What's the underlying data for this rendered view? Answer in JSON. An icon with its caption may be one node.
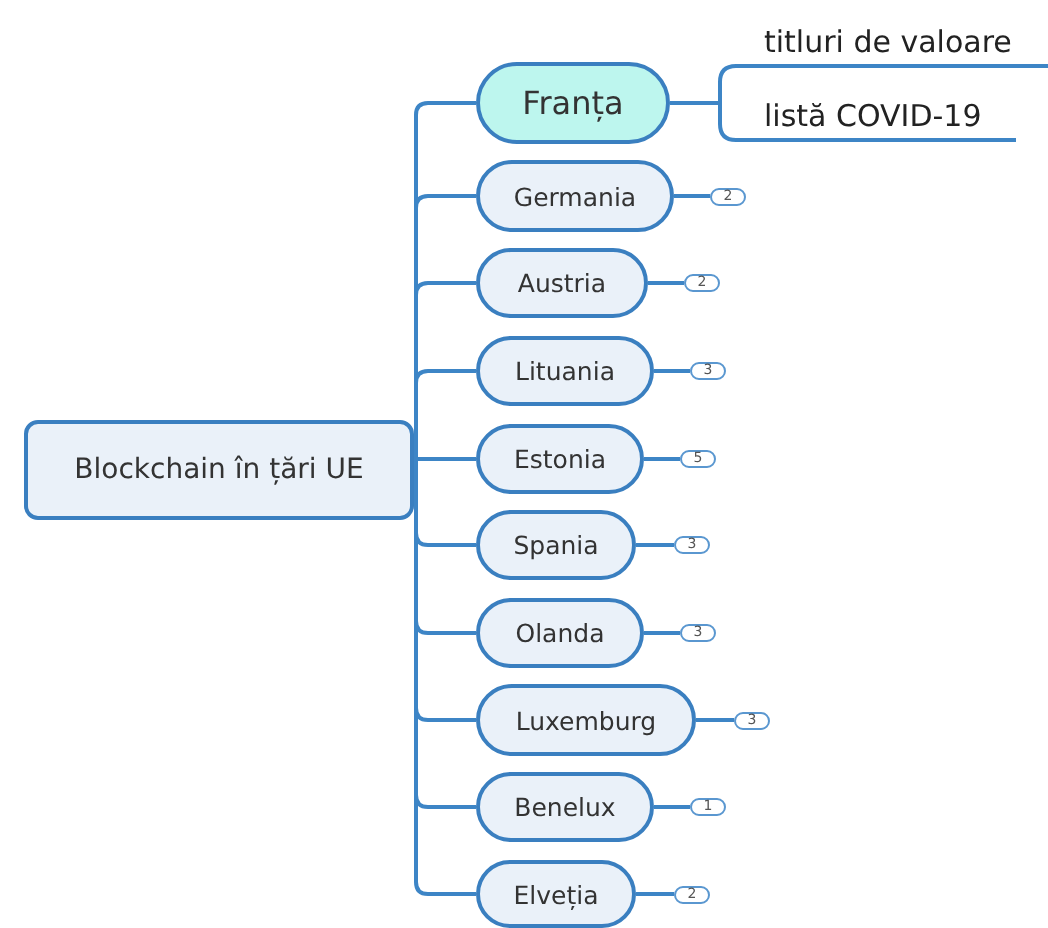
{
  "diagram": {
    "nodes": [
      {
        "text": [
          "Blockchain în țări UE"
        ]
      },
      {
        "text": [
          "Franța"
        ]
      },
      {
        "text": [
          "titluri de valoare"
        ]
      },
      {
        "text": [
          "listă COVID-19"
        ]
      },
      {
        "text": [
          "Germania"
        ]
      },
      {
        "text": [
          "2"
        ]
      },
      {
        "text": [
          "Austria"
        ]
      },
      {
        "text": [
          "2"
        ]
      },
      {
        "text": [
          "Lituania"
        ]
      },
      {
        "text": [
          "3"
        ]
      },
      {
        "text": [
          "Estonia"
        ]
      },
      {
        "text": [
          "5"
        ]
      },
      {
        "text": [
          "Spania"
        ]
      },
      {
        "text": [
          "3"
        ]
      },
      {
        "text": [
          "Olanda"
        ]
      },
      {
        "text": [
          "3"
        ]
      },
      {
        "text": [
          "Luxemburg"
        ]
      },
      {
        "text": [
          "3"
        ]
      },
      {
        "text": [
          "Benelux"
        ]
      },
      {
        "text": [
          "1"
        ]
      },
      {
        "text": [
          "Elveția"
        ]
      },
      {
        "text": [
          "2"
        ]
      }
    ],
    "edges": [
      {
        "from": 0,
        "to": 1,
        "arrow": "none"
      },
      {
        "from": 0,
        "to": 4,
        "arrow": "none"
      },
      {
        "from": 0,
        "to": 6,
        "arrow": "none"
      },
      {
        "from": 0,
        "to": 8,
        "arrow": "none"
      },
      {
        "from": 0,
        "to": 10,
        "arrow": "none"
      },
      {
        "from": 0,
        "to": 12,
        "arrow": "none"
      },
      {
        "from": 0,
        "to": 14,
        "arrow": "none"
      },
      {
        "from": 0,
        "to": 16,
        "arrow": "none"
      },
      {
        "from": 0,
        "to": 18,
        "arrow": "none"
      },
      {
        "from": 0,
        "to": 20,
        "arrow": "none"
      },
      {
        "from": 1,
        "to": 2,
        "arrow": "none"
      },
      {
        "from": 1,
        "to": 3,
        "arrow": "none"
      },
      {
        "from": 4,
        "to": 5,
        "arrow": "none"
      },
      {
        "from": 6,
        "to": 7,
        "arrow": "none"
      },
      {
        "from": 8,
        "to": 9,
        "arrow": "none"
      },
      {
        "from": 10,
        "to": 11,
        "arrow": "none"
      },
      {
        "from": 12,
        "to": 13,
        "arrow": "none"
      },
      {
        "from": 14,
        "to": 15,
        "arrow": "none"
      },
      {
        "from": 16,
        "to": 17,
        "arrow": "none"
      },
      {
        "from": 18,
        "to": 19,
        "arrow": "none"
      },
      {
        "from": 20,
        "to": 21,
        "arrow": "none"
      }
    ]
  }
}
